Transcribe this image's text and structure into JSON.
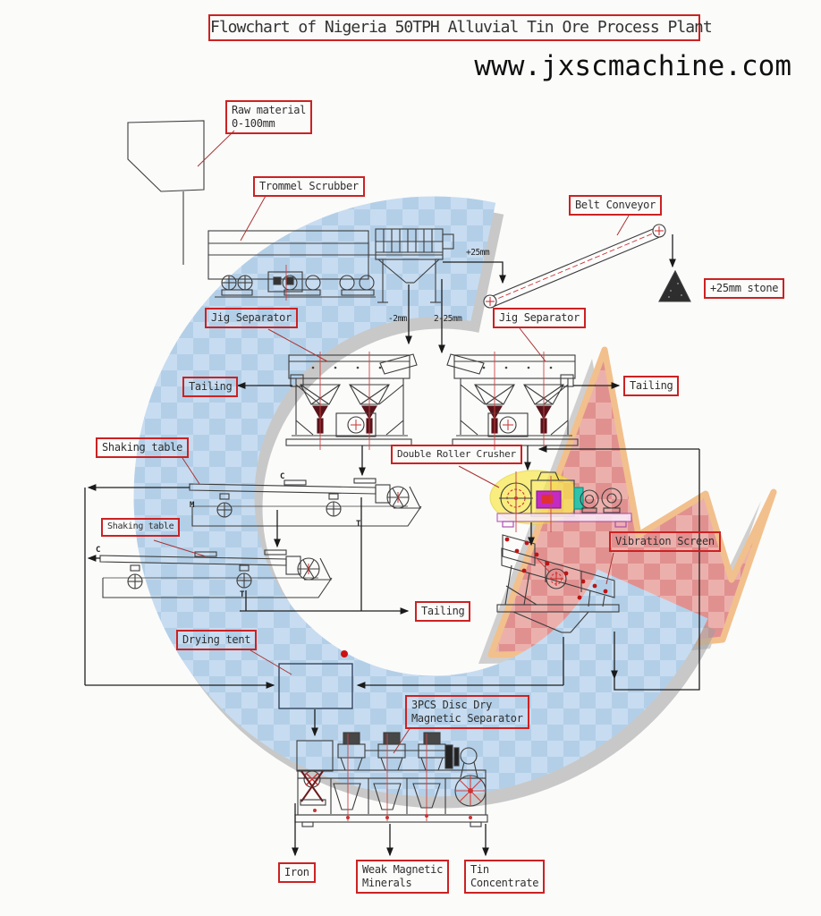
{
  "title": "Flowchart of Nigeria 50TPH Alluvial Tin Ore Process Plant",
  "website": "www.jxscmachine.com",
  "labels": {
    "raw_material": {
      "lines": [
        "Raw material",
        "0-100mm"
      ]
    },
    "trommel_scrubber": {
      "text": "Trommel Scrubber"
    },
    "belt_conveyor": {
      "text": "Belt Conveyor"
    },
    "stone": {
      "text": "+25mm stone"
    },
    "jig_separator_left": {
      "text": "Jig Separator"
    },
    "jig_separator_right": {
      "text": "Jig Separator"
    },
    "tailing_left": {
      "text": "Tailing"
    },
    "tailing_mid": {
      "text": "Tailing"
    },
    "tailing_right": {
      "text": "Tailing"
    },
    "shaking_table_1": {
      "text": "Shaking table"
    },
    "shaking_table_2": {
      "text": "Shaking table"
    },
    "double_roller_crusher": {
      "text": "Double Roller Crusher"
    },
    "vibration_screen": {
      "text": "Vibration Screen"
    },
    "drying_tent": {
      "text": "Drying tent"
    },
    "magnetic_separator": {
      "lines": [
        "3PCS Disc Dry",
        "Magnetic Separator"
      ]
    },
    "iron": {
      "text": "Iron"
    },
    "weak_magnetic": {
      "lines": [
        "Weak Magnetic",
        "Minerals"
      ]
    },
    "tin_concentrate": {
      "lines": [
        "Tin",
        "Concentrate"
      ]
    }
  },
  "annotations": {
    "oversize": "+25mm",
    "undersize": "-2mm",
    "midsize": "2-25mm",
    "stream_c1": "C",
    "stream_m1": "M",
    "stream_t1": "T",
    "stream_c2": "C",
    "stream_t2": "T"
  },
  "colors": {
    "label_border": "#cc2222",
    "swirl_blue": "#b3cfe8",
    "crown_pink": "#e19090",
    "crown_border": "#f2c08c",
    "shadow_gray": "#9c9c9c",
    "highlight_yellow": "#f7e84a",
    "accent_red": "#cc3333"
  }
}
